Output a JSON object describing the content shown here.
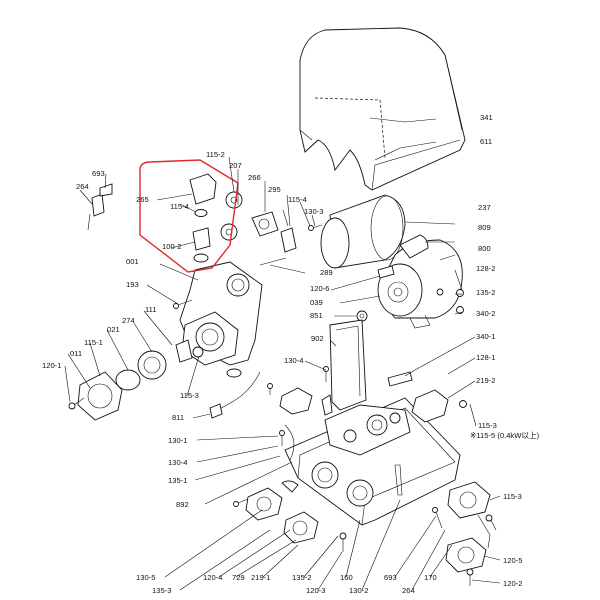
{
  "diagram": {
    "highlight_color": "#e02a2a",
    "line_color": "#111111",
    "labels": {
      "l341": "341",
      "l611": "611",
      "l693a": "693",
      "l264a": "264",
      "l1152": "115-2",
      "l207": "207",
      "l266": "266",
      "l295": "295",
      "l1154a": "115-4",
      "l1303": "130-3",
      "l237": "237",
      "l809": "809",
      "l800": "800",
      "l265": "265",
      "l1154b": "115-4",
      "l1002": "100-2",
      "l001": "001",
      "l289": "289",
      "l1282a": "128-2",
      "l1206": "120-6",
      "l1352": "135-2",
      "l039": "039",
      "l3402": "340-2",
      "l193": "193",
      "l851": "851",
      "l111": "111",
      "l902": "902",
      "l3401": "340-1",
      "l274": "274",
      "l021": "021",
      "l1282b": "128-1",
      "l1151": "115-1",
      "l011": "011",
      "l1304": "130-4",
      "l2192": "219-2",
      "l1201": "120-1",
      "l1153a": "115-3",
      "l811": "811",
      "l1153b": "115-3",
      "l1155": "※115-5 (0.4kW以上)",
      "l1301": "130-1",
      "l1304b": "130-4",
      "l1351": "135-1",
      "l892": "892",
      "l1153c": "115-3",
      "l1305": "130-5",
      "l1204": "120-4",
      "l729": "729",
      "l2191": "219-1",
      "l1352b": "135-2",
      "l160": "160",
      "l1302": "130-2",
      "l693b": "693",
      "l264b": "264",
      "l170": "170",
      "l1205": "120-5",
      "l1353": "135-3",
      "l1203": "120-3",
      "l1202": "120-2"
    }
  }
}
